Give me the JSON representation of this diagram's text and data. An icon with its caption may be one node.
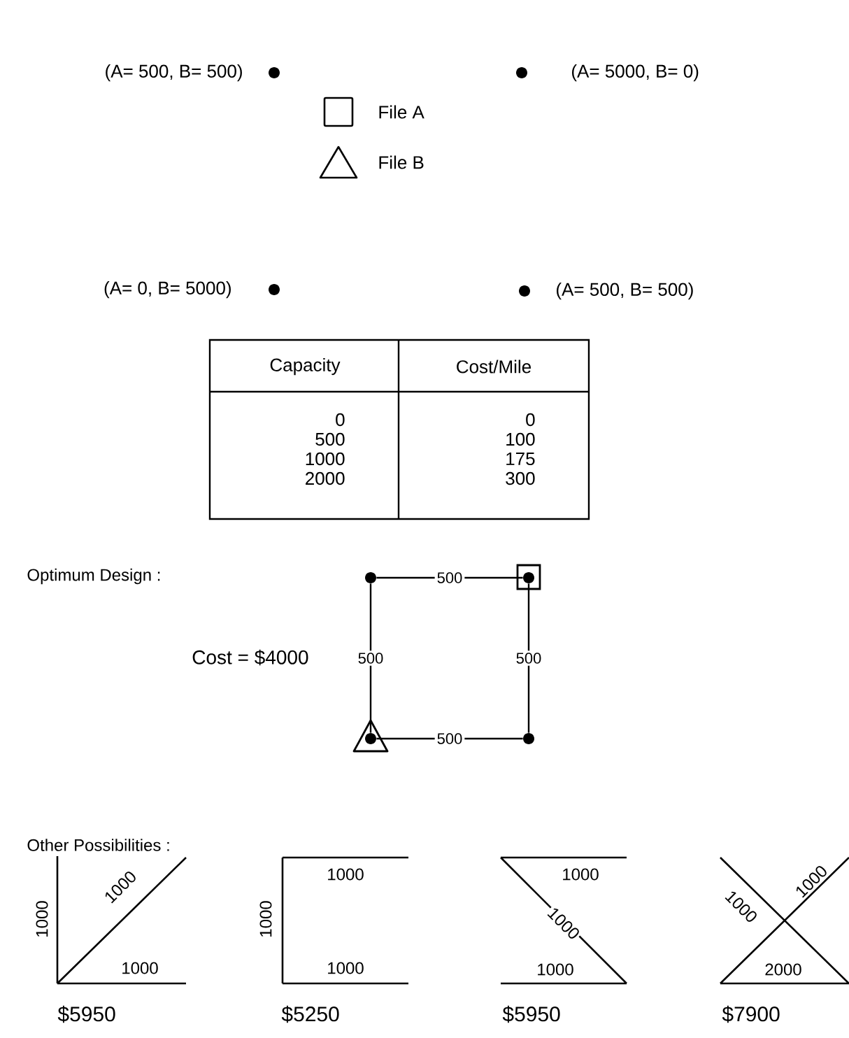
{
  "diagram": {
    "nodes": [
      {
        "text": [],
        "shape": "circle",
        "beside": [
          "(A= 500, B= 500)"
        ]
      },
      {
        "text": [],
        "shape": "circle",
        "beside": [
          "(A= 5000, B= 0)"
        ]
      },
      {
        "text": [],
        "shape": "circle",
        "beside": [
          "(A= 0, B= 5000)"
        ]
      },
      {
        "text": [],
        "shape": "circle",
        "beside": [
          "(A= 500, B= 500)"
        ]
      },
      {
        "text": [],
        "shape": "circle"
      },
      {
        "text": [],
        "shape": "box"
      },
      {
        "text": [],
        "shape": "triangle"
      },
      {
        "text": [],
        "shape": "circle"
      }
    ],
    "edges": [
      {
        "from": 4,
        "to": 5,
        "arrow": "none",
        "label": "500"
      },
      {
        "from": 4,
        "to": 6,
        "arrow": "none",
        "label": "500"
      },
      {
        "from": 5,
        "to": 7,
        "arrow": "none",
        "label": "500"
      },
      {
        "from": 6,
        "to": 7,
        "arrow": "none",
        "label": "500"
      }
    ],
    "labels": [
      "Capacity",
      "Cost/Mile",
      "0",
      "0",
      "500",
      "100",
      "1000",
      "175",
      "2000",
      "300",
      "Optimum Design :",
      "Cost = $4000",
      "Other Possibilities :",
      "1000",
      "1000",
      "1000",
      "$5950",
      "1000",
      "1000",
      "1000",
      "$5250",
      "1000",
      "1000",
      "1000",
      "$5950",
      "1000",
      "1000",
      "2000",
      "$7900"
    ],
    "legend": [
      {
        "text": "File A"
      },
      {
        "text": "File B"
      }
    ]
  }
}
